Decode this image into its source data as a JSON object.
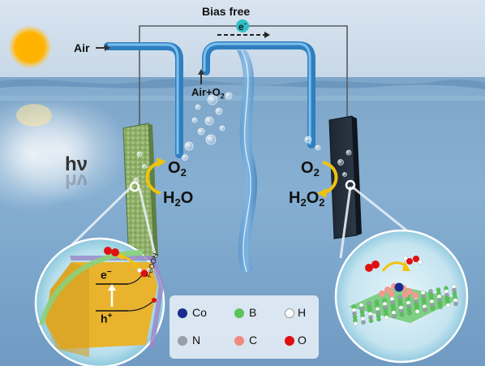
{
  "labels": {
    "bias_free": "Bias free",
    "electron": "e",
    "electron_sup": "-",
    "air": "Air",
    "air_o2": "Air+O",
    "air_o2_sub": "2",
    "hv": "hν",
    "hv_reflection": "hν",
    "o2_left": "O",
    "o2_left_sub": "2",
    "h2o_a": "H",
    "h2o_sub": "2",
    "h2o_b": "O",
    "o2_right": "O",
    "o2_right_sub": "2",
    "h2o2_a": "H",
    "h2o2_sub1": "2",
    "h2o2_b": "O",
    "h2o2_sub2": "2",
    "zoom_e": "e",
    "zoom_e_sup": "−",
    "zoom_h": "h",
    "zoom_h_sup": "+",
    "feooh": "FeOOH"
  },
  "legend": [
    {
      "label": "Co",
      "color": "#1a2d8f"
    },
    {
      "label": "B",
      "color": "#5cc25c"
    },
    {
      "label": "H",
      "color": "#ffffff"
    },
    {
      "label": "N",
      "color": "#9aa0aa"
    },
    {
      "label": "C",
      "color": "#f08a80"
    },
    {
      "label": "O",
      "color": "#e01010"
    }
  ]
}
